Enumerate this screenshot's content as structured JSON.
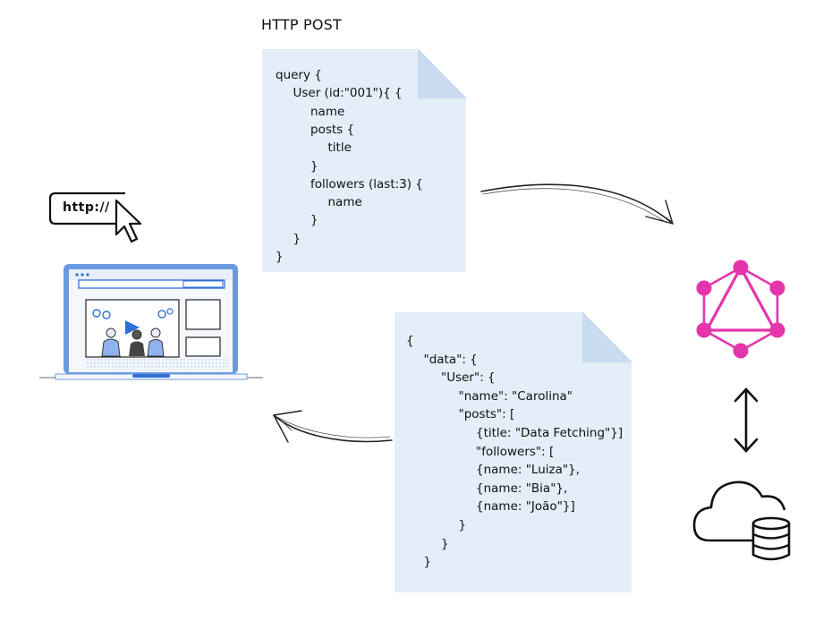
{
  "heading": "HTTP POST",
  "address_bubble": {
    "text": "http://"
  },
  "request_doc": {
    "lines": [
      "query {",
      "User (id:\"001\"){ {",
      "name",
      "posts {",
      "title",
      "}",
      "followers (last:3) {",
      "name",
      "}",
      "}",
      "}"
    ],
    "indents": [
      0,
      1,
      2,
      2,
      3,
      2,
      2,
      3,
      2,
      1,
      0
    ]
  },
  "response_doc": {
    "lines": [
      "{",
      "\"data\": {",
      "\"User\": {",
      "\"name\": \"Carolina\"",
      "\"posts\": [",
      "{title: \"Data Fetching\"}]",
      "\"followers\": [",
      "{name: \"Luiza\"},",
      "{name: \"Bia\"},",
      "{name: \"João\"}]",
      "}",
      "}",
      "}"
    ],
    "indents": [
      0,
      1,
      2,
      3,
      3,
      4,
      4,
      4,
      4,
      4,
      3,
      2,
      1
    ]
  },
  "colors": {
    "doc_fill": "#e3eef8",
    "graphql": "#e535ab",
    "laptop_frame": "#6b9ae0",
    "laptop_screen": "#f4f7fd",
    "laptop_accent": "#2f6fd6"
  },
  "icons": [
    "cursor-icon",
    "laptop-icon",
    "graphql-icon",
    "double-arrow-icon",
    "cloud-database-icon"
  ]
}
